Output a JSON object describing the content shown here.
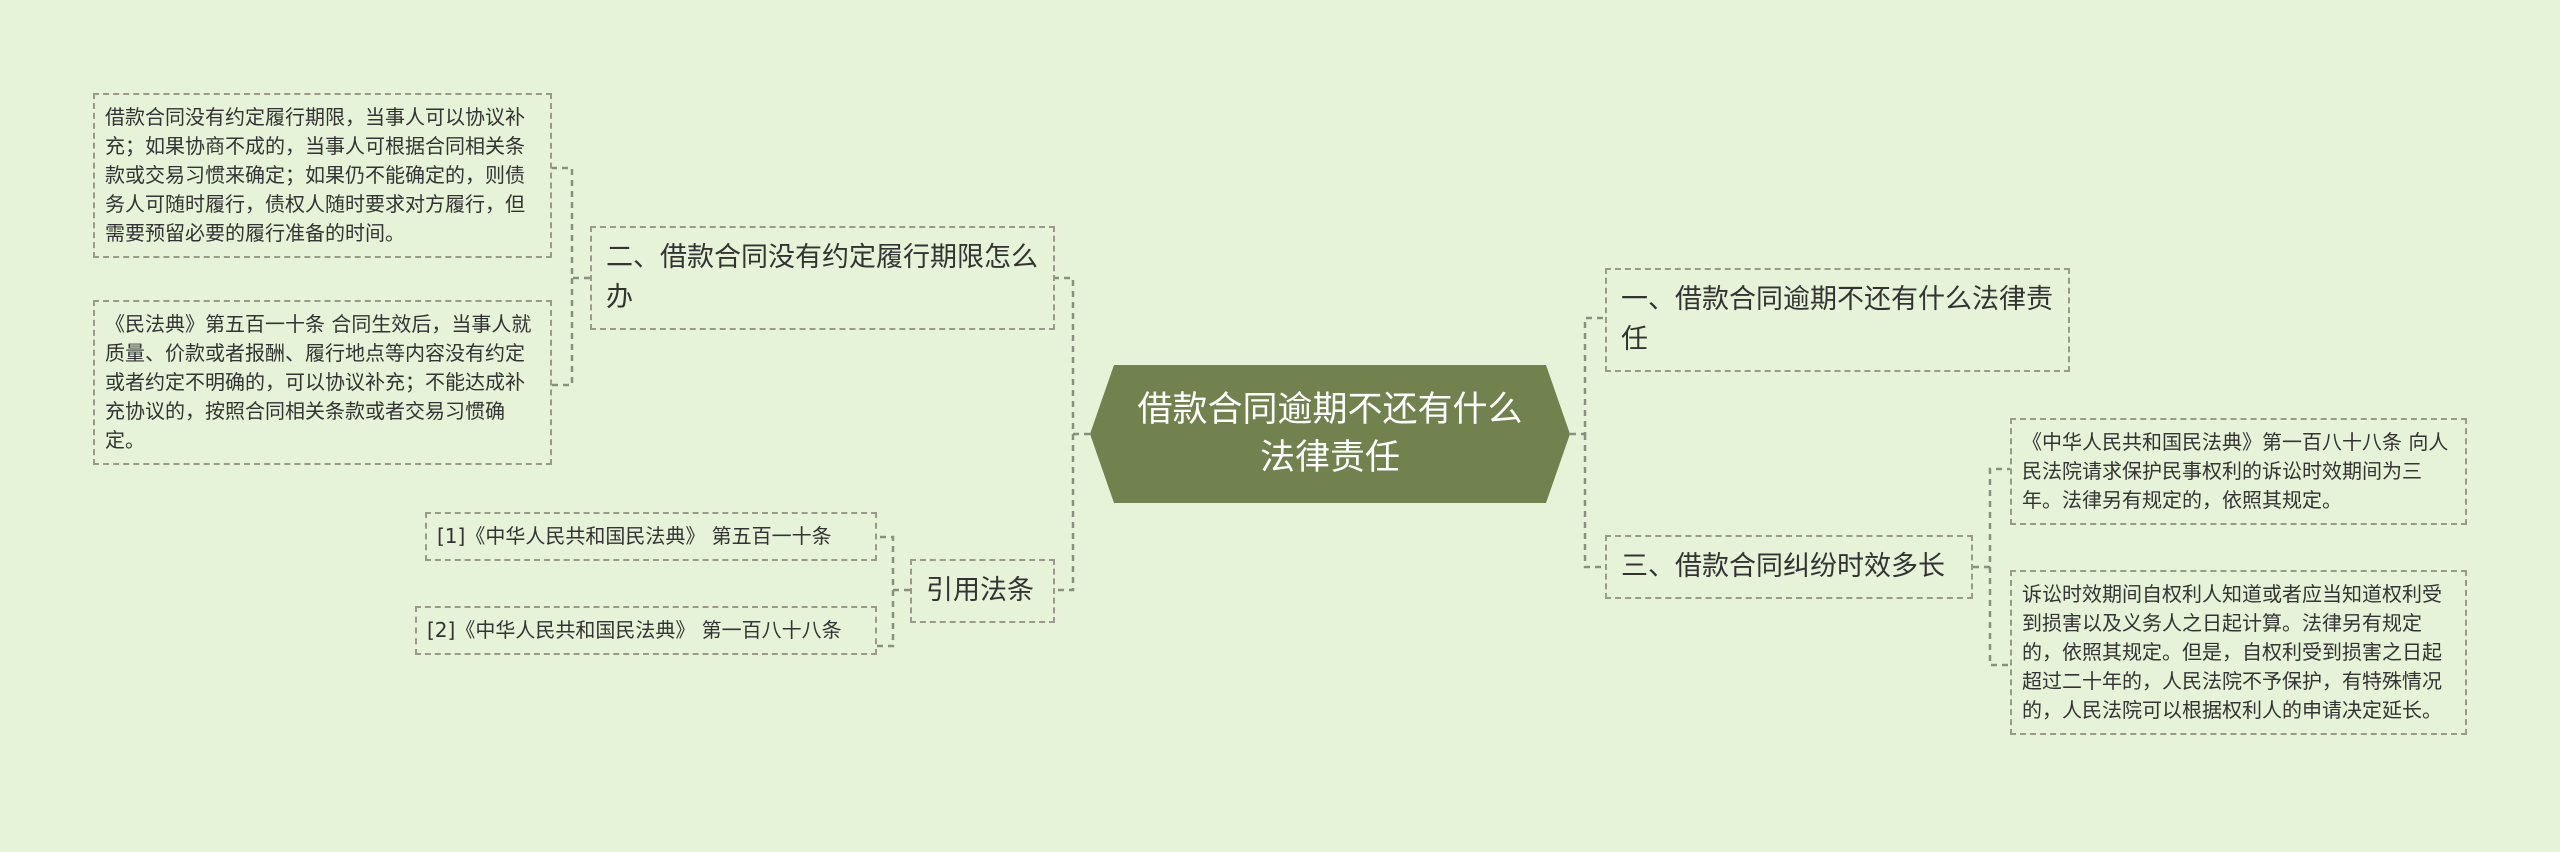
{
  "root": {
    "title": "借款合同逾期不还有什么法律责任"
  },
  "left": {
    "branch2": {
      "label": "二、借款合同没有约定履行期限怎么办",
      "notes": [
        "借款合同没有约定履行期限，当事人可以协议补充；如果协商不成的，当事人可根据合同相关条款或交易习惯来确定；如果仍不能确定的，则债务人可随时履行，债权人随时要求对方履行，但需要预留必要的履行准备的时间。",
        "《民法典》第五百一十条 合同生效后，当事人就质量、价款或者报酬、履行地点等内容没有约定或者约定不明确的，可以协议补充；不能达成补充协议的，按照合同相关条款或者交易习惯确定。"
      ]
    },
    "citations": {
      "label": "引用法条",
      "items": [
        "[1]《中华人民共和国民法典》 第五百一十条",
        "[2]《中华人民共和国民法典》 第一百八十八条"
      ]
    }
  },
  "right": {
    "branch1": {
      "label": "一、借款合同逾期不还有什么法律责任"
    },
    "branch3": {
      "label": "三、借款合同纠纷时效多长",
      "notes": [
        "《中华人民共和国民法典》第一百八十八条 向人民法院请求保护民事权利的诉讼时效期间为三年。法律另有规定的，依照其规定。",
        "诉讼时效期间自权利人知道或者应当知道权利受到损害以及义务人之日起计算。法律另有规定的，依照其规定。但是，自权利受到损害之日起超过二十年的，人民法院不予保护，有特殊情况的，人民法院可以根据权利人的申请决定延长。"
      ]
    }
  },
  "colors": {
    "background": "#e6f3d8",
    "root_fill": "#72824f",
    "border": "#9a9a8c",
    "text": "#333333"
  }
}
